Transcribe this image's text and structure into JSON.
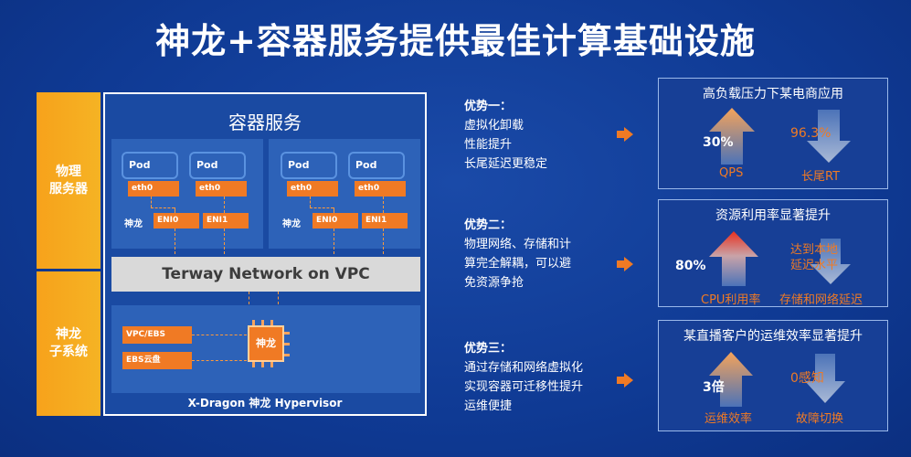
{
  "title": "神龙+容器服务提供最佳计算基础设施",
  "side": {
    "physical": [
      "物理",
      "服务器"
    ],
    "subsystem": [
      "神龙",
      "子系统"
    ]
  },
  "diagram": {
    "service_title": "容器服务",
    "pod": "Pod",
    "eth0": "eth0",
    "shenlong": "神龙",
    "eni0": "ENI0",
    "eni1": "ENI1",
    "terway": "Terway Network on VPC",
    "vpc_ebs": "VPC/EBS",
    "ebs_disk": "EBS云盘",
    "chip": "神龙",
    "hypervisor": "X-Dragon 神龙 Hypervisor"
  },
  "advantages": [
    {
      "heading": "优势一：",
      "lines": [
        "虚拟化卸载",
        "性能提升",
        "长尾延迟更稳定"
      ]
    },
    {
      "heading": "优势二：",
      "lines": [
        "物理网络、存储和计",
        "算完全解耦，可以避",
        "免资源争抢"
      ]
    },
    {
      "heading": "优势三：",
      "lines": [
        "通过存储和网络虚拟化",
        "实现容器可迁移性提升",
        "运维便捷"
      ]
    }
  ],
  "panels": [
    {
      "title": "高负载压力下某电商应用",
      "left_value": "30%",
      "left_label": "QPS",
      "right_value": "96.3%",
      "right_label": "长尾RT"
    },
    {
      "title": "资源利用率显著提升",
      "left_value": "80%",
      "left_label": "CPU利用率",
      "right_value": "达到本地\n延迟水平",
      "right_label": "存储和网络延迟"
    },
    {
      "title": "某直播客户的运维效率显著提升",
      "left_value": "3倍",
      "left_label": "运维效率",
      "right_value": "0感知",
      "right_label": "故障切换"
    }
  ],
  "colors": {
    "background": "#0f3a94",
    "accent": "#f07a24",
    "side": "#f7a21b"
  }
}
